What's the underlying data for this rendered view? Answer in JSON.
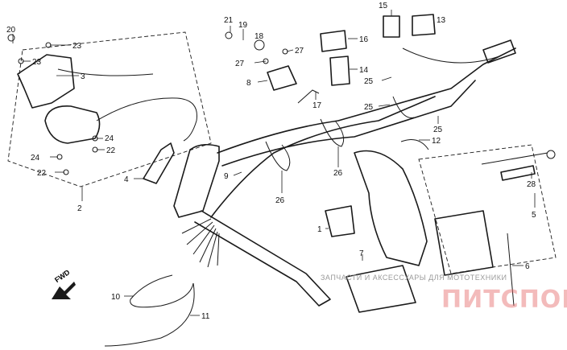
{
  "diagram": {
    "direction_label": "FWD",
    "watermark_text": "ЗАПЧАСТИ И АКСЕССУАРЫ ДЛЯ МОТОТЕХНИКИ",
    "watermark_brand": "ПИТСПОРТ.RU",
    "callouts": [
      {
        "id": "c20",
        "label": "20"
      },
      {
        "id": "c23a",
        "label": "23"
      },
      {
        "id": "c23b",
        "label": "23"
      },
      {
        "id": "c3",
        "label": "3"
      },
      {
        "id": "c24a",
        "label": "24"
      },
      {
        "id": "c22a",
        "label": "22"
      },
      {
        "id": "c24b",
        "label": "24"
      },
      {
        "id": "c22b",
        "label": "22"
      },
      {
        "id": "c2",
        "label": "2"
      },
      {
        "id": "c4",
        "label": "4"
      },
      {
        "id": "c9",
        "label": "9"
      },
      {
        "id": "c21",
        "label": "21"
      },
      {
        "id": "c19",
        "label": "19"
      },
      {
        "id": "c18",
        "label": "18"
      },
      {
        "id": "c27a",
        "label": "27"
      },
      {
        "id": "c27b",
        "label": "27"
      },
      {
        "id": "c8",
        "label": "8"
      },
      {
        "id": "c16",
        "label": "16"
      },
      {
        "id": "c14",
        "label": "14"
      },
      {
        "id": "c17",
        "label": "17"
      },
      {
        "id": "c15",
        "label": "15"
      },
      {
        "id": "c13",
        "label": "13"
      },
      {
        "id": "c25a",
        "label": "25"
      },
      {
        "id": "c25b",
        "label": "25"
      },
      {
        "id": "c25c",
        "label": "25"
      },
      {
        "id": "c26a",
        "label": "26"
      },
      {
        "id": "c26b",
        "label": "26"
      },
      {
        "id": "c12",
        "label": "12"
      },
      {
        "id": "c28",
        "label": "28"
      },
      {
        "id": "c5",
        "label": "5"
      },
      {
        "id": "c1",
        "label": "1"
      },
      {
        "id": "c7",
        "label": "7"
      },
      {
        "id": "c6",
        "label": "6"
      },
      {
        "id": "c10",
        "label": "10"
      },
      {
        "id": "c11",
        "label": "11"
      }
    ]
  }
}
